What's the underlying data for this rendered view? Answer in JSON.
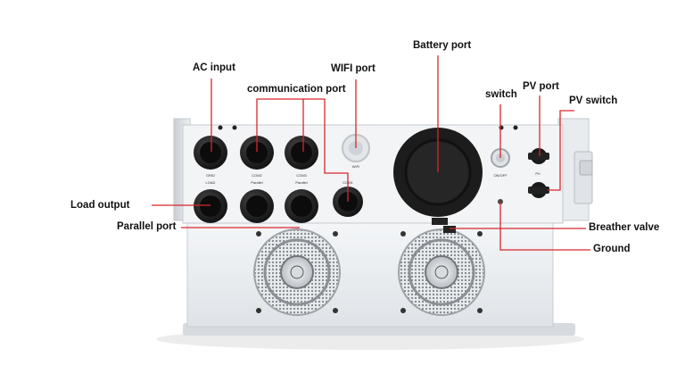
{
  "callouts": {
    "ac_input": "AC input",
    "communication_port": "communication port",
    "wifi_port": "WIFI port",
    "battery_port": "Battery port",
    "switch": "switch",
    "pv_port": "PV port",
    "pv_switch": "PV switch",
    "load_output": "Load output",
    "parallel_port": "Parallel port",
    "breather_valve": "Breather valve",
    "ground": "Ground"
  },
  "panel_labels": {
    "grid": "GRID",
    "com2": "COM2",
    "com3": "COM3",
    "wifi": "WIFI",
    "load": "LOAD",
    "parallel_1": "Parallel",
    "parallel_2": "Parallel",
    "com1": "COM1",
    "on_off": "ON/OFF",
    "pv": "PV"
  },
  "colors": {
    "callout_line": "#d9262c",
    "housing": "#eceff2",
    "gland": "#1b1b1b"
  }
}
